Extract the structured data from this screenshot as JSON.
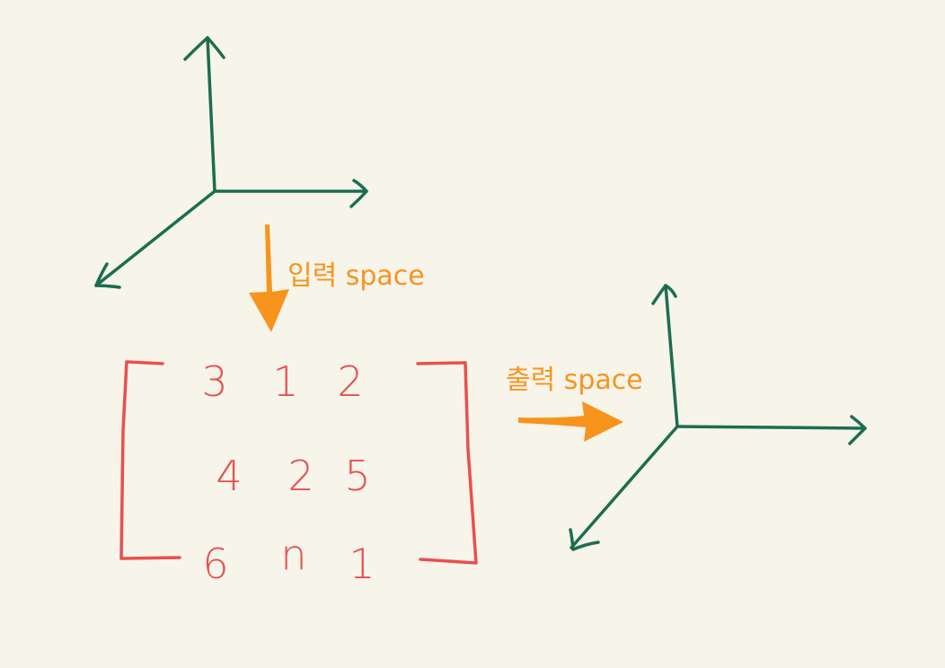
{
  "labels": {
    "input_space": "입력 space",
    "output_space": "출력 space"
  },
  "matrix": {
    "rows": [
      [
        "3",
        "1",
        "2"
      ],
      [
        "4",
        "2",
        "5"
      ],
      [
        "6",
        "n",
        "1"
      ]
    ]
  },
  "colors": {
    "background": "#f7f4ea",
    "axes": "#1b6e50",
    "matrix": "#e8504f",
    "arrow": "#f7941d"
  },
  "diagram": {
    "nodes": [
      {
        "id": "input-axes",
        "type": "3d-coordinate-axes"
      },
      {
        "id": "matrix",
        "type": "3x3-matrix"
      },
      {
        "id": "output-axes",
        "type": "3d-coordinate-axes"
      }
    ],
    "edges": [
      {
        "from": "input-axes",
        "to": "matrix",
        "label": "입력 space"
      },
      {
        "from": "matrix",
        "to": "output-axes",
        "label": "출력 space"
      }
    ]
  }
}
